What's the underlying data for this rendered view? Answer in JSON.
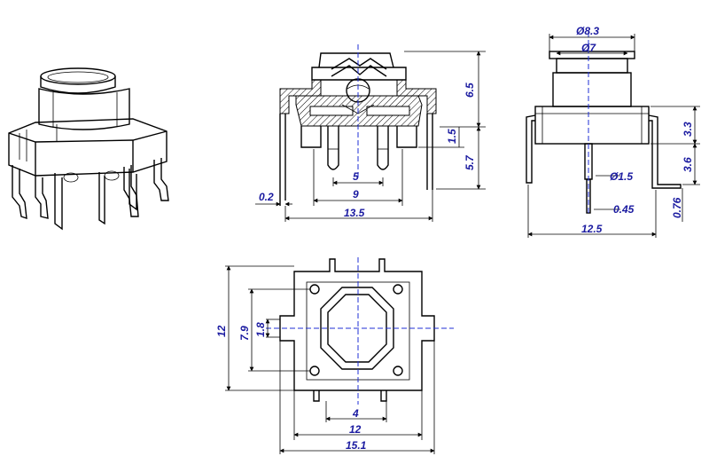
{
  "views": {
    "front": {
      "dims": {
        "height_top": "6.5",
        "height_bottom": "5.7",
        "pin_offset": "1.5",
        "pin_pitch": "5",
        "pin_span": "9",
        "plate": "0.2",
        "body_width": "13.5"
      }
    },
    "side": {
      "dims": {
        "cap_outer": "Ø8.3",
        "cap_inner": "Ø7",
        "body_h": "3.3",
        "lead_h": "3.6",
        "lead_t": "0.76",
        "pin_d": "Ø1.5",
        "pin_w": "0.45",
        "width": "12.5"
      }
    },
    "top": {
      "dims": {
        "height": "12",
        "hole_pitch": "7.9",
        "slot": "1.8",
        "pin_pitch": "4",
        "inner_width": "12",
        "outer_width": "15.1"
      }
    }
  },
  "colors": {
    "dimension_text": "#1a1aa0",
    "center_line": "#1f2fd6",
    "lines": "#000000"
  }
}
